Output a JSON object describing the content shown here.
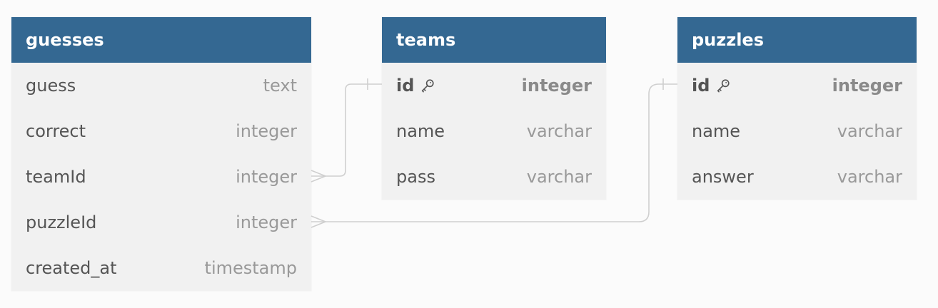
{
  "tables": [
    {
      "id": "guesses",
      "name": "guesses",
      "columns": [
        {
          "name": "guess",
          "type": "text",
          "pk": false
        },
        {
          "name": "correct",
          "type": "integer",
          "pk": false
        },
        {
          "name": "teamId",
          "type": "integer",
          "pk": false
        },
        {
          "name": "puzzleId",
          "type": "integer",
          "pk": false
        },
        {
          "name": "created_at",
          "type": "timestamp",
          "pk": false
        }
      ]
    },
    {
      "id": "teams",
      "name": "teams",
      "columns": [
        {
          "name": "id",
          "type": "integer",
          "pk": true
        },
        {
          "name": "name",
          "type": "varchar",
          "pk": false
        },
        {
          "name": "pass",
          "type": "varchar",
          "pk": false
        }
      ]
    },
    {
      "id": "puzzles",
      "name": "puzzles",
      "columns": [
        {
          "name": "id",
          "type": "integer",
          "pk": true
        },
        {
          "name": "name",
          "type": "varchar",
          "pk": false
        },
        {
          "name": "answer",
          "type": "varchar",
          "pk": false
        }
      ]
    }
  ],
  "relationships": [
    {
      "from_table": "guesses",
      "from_column": "teamId",
      "to_table": "teams",
      "to_column": "id",
      "from_cardinality": "many",
      "to_cardinality": "one"
    },
    {
      "from_table": "guesses",
      "from_column": "puzzleId",
      "to_table": "puzzles",
      "to_column": "id",
      "from_cardinality": "many",
      "to_cardinality": "one"
    }
  ],
  "colors": {
    "header_bg": "#346892",
    "header_text": "#ffffff",
    "table_bg": "#f1f1f1",
    "column_name": "#555555",
    "column_type": "#999999",
    "connector": "#cfcfcf",
    "background": "#fbfbfb"
  },
  "icons": {
    "primary_key": "key-icon"
  }
}
